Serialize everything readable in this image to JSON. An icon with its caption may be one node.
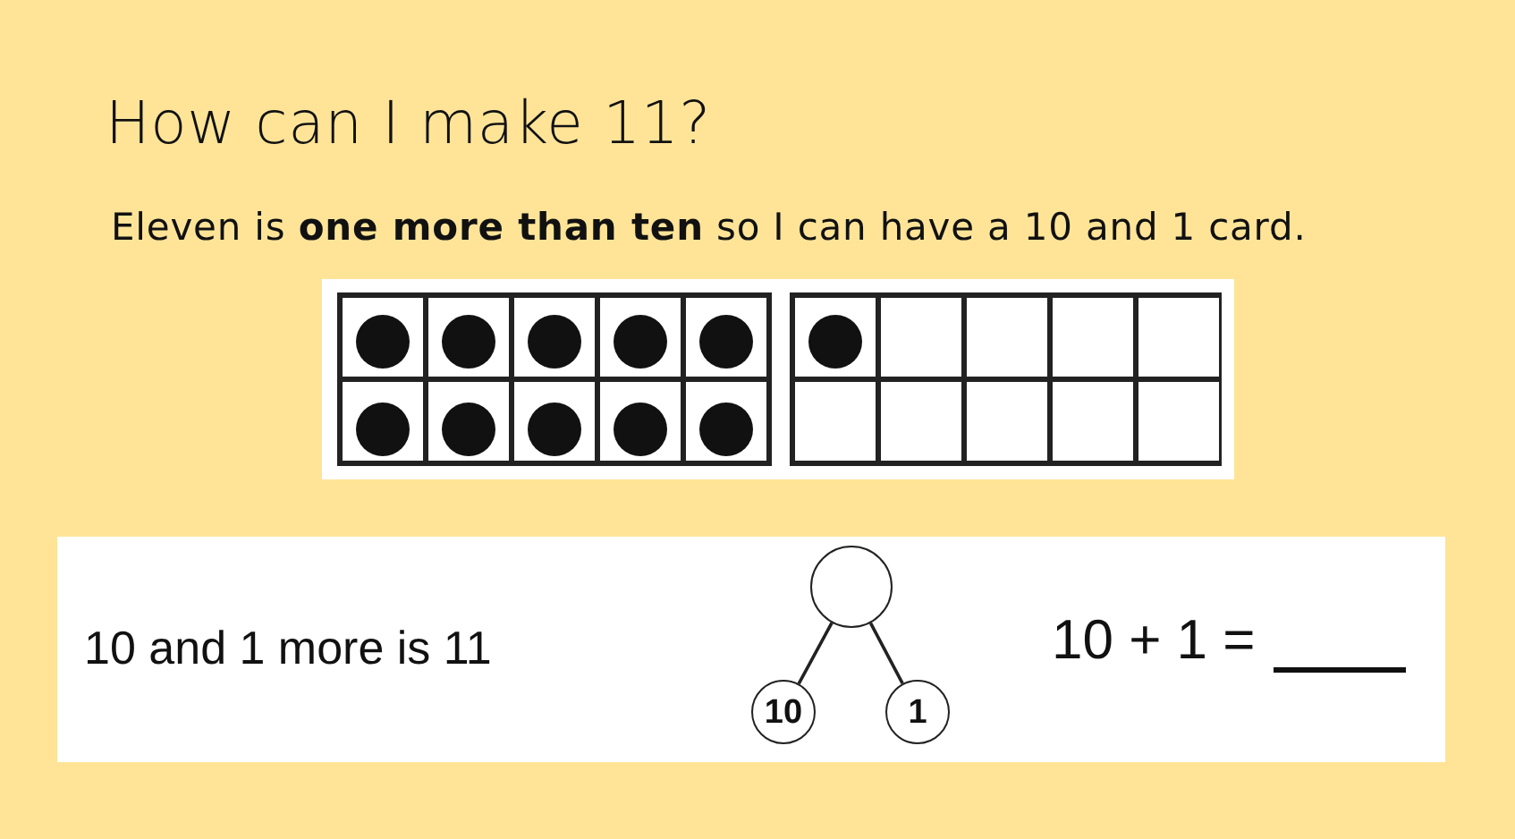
{
  "diagram": {
    "title": "How can I make 11?",
    "nodes": [
      {
        "text": [],
        "shape": "circle"
      },
      {
        "text": [
          "10"
        ]
      },
      {
        "text": [
          "1"
        ]
      }
    ],
    "edges": [
      {
        "from": 0,
        "to": 1,
        "arrow": "none"
      },
      {
        "from": 0,
        "to": 2,
        "arrow": "none"
      }
    ],
    "labels": [
      "Eleven is **one more than ten** so I can have a 10 and 1 card.",
      "10 and 1 more is 11",
      "10 + 1 ="
    ]
  }
}
